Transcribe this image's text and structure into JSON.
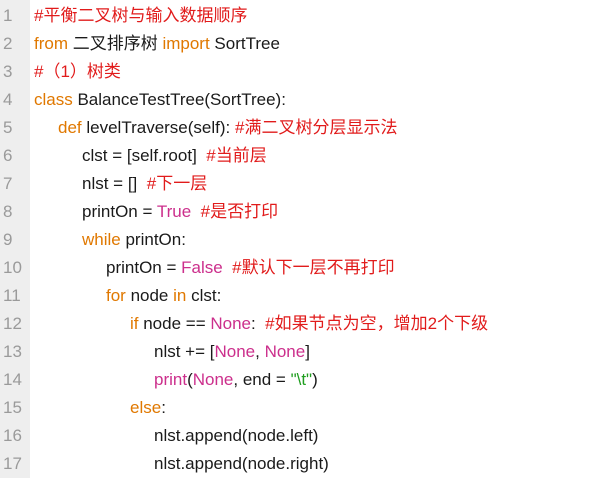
{
  "editor": {
    "background": "#ffffff",
    "gutter_background": "#eeeeee",
    "colors": {
      "comment": "#e11b1b",
      "keyword": "#e07800",
      "name": "#1a1a1a",
      "constant": "#cc2f8c",
      "string": "#1f9e1f",
      "line_number": "#9a9a9a"
    },
    "lines": [
      {
        "num": "1",
        "indent": 0,
        "tokens": [
          {
            "t": "#平衡二叉树与输入数据顺序",
            "c": "cm"
          }
        ]
      },
      {
        "num": "2",
        "indent": 0,
        "tokens": [
          {
            "t": "from",
            "c": "kw"
          },
          {
            "t": " 二叉排序树 ",
            "c": "nm"
          },
          {
            "t": "import",
            "c": "kw"
          },
          {
            "t": " SortTree",
            "c": "nm"
          }
        ]
      },
      {
        "num": "3",
        "indent": 0,
        "tokens": [
          {
            "t": "#（1）树类",
            "c": "cm"
          }
        ]
      },
      {
        "num": "4",
        "indent": 0,
        "tokens": [
          {
            "t": "class",
            "c": "kw"
          },
          {
            "t": " BalanceTestTree(SortTree):",
            "c": "nm"
          }
        ]
      },
      {
        "num": "5",
        "indent": 1,
        "tokens": [
          {
            "t": "def",
            "c": "kw"
          },
          {
            "t": " levelTraverse(self): ",
            "c": "nm"
          },
          {
            "t": "#满二叉树分层显示法",
            "c": "cm"
          }
        ]
      },
      {
        "num": "6",
        "indent": 2,
        "tokens": [
          {
            "t": "clst = [self.root]  ",
            "c": "nm"
          },
          {
            "t": "#当前层",
            "c": "cm"
          }
        ]
      },
      {
        "num": "7",
        "indent": 2,
        "tokens": [
          {
            "t": "nlst = []  ",
            "c": "nm"
          },
          {
            "t": "#下一层",
            "c": "cm"
          }
        ]
      },
      {
        "num": "8",
        "indent": 2,
        "tokens": [
          {
            "t": "printOn = ",
            "c": "nm"
          },
          {
            "t": "True",
            "c": "cn"
          },
          {
            "t": "  ",
            "c": "nm"
          },
          {
            "t": "#是否打印",
            "c": "cm"
          }
        ]
      },
      {
        "num": "9",
        "indent": 2,
        "tokens": [
          {
            "t": "while",
            "c": "kw"
          },
          {
            "t": " printOn:",
            "c": "nm"
          }
        ]
      },
      {
        "num": "10",
        "indent": 3,
        "tokens": [
          {
            "t": "printOn = ",
            "c": "nm"
          },
          {
            "t": "False",
            "c": "cn"
          },
          {
            "t": "  ",
            "c": "nm"
          },
          {
            "t": "#默认下一层不再打印",
            "c": "cm"
          }
        ]
      },
      {
        "num": "11",
        "indent": 3,
        "tokens": [
          {
            "t": "for",
            "c": "kw"
          },
          {
            "t": " node ",
            "c": "nm"
          },
          {
            "t": "in",
            "c": "kw"
          },
          {
            "t": " clst:",
            "c": "nm"
          }
        ]
      },
      {
        "num": "12",
        "indent": 4,
        "tokens": [
          {
            "t": "if",
            "c": "kw"
          },
          {
            "t": " node == ",
            "c": "nm"
          },
          {
            "t": "None",
            "c": "cn"
          },
          {
            "t": ":  ",
            "c": "nm"
          },
          {
            "t": "#如果节点为空，增加2个下级",
            "c": "cm"
          }
        ]
      },
      {
        "num": "13",
        "indent": 5,
        "tokens": [
          {
            "t": "nlst += [",
            "c": "nm"
          },
          {
            "t": "None",
            "c": "cn"
          },
          {
            "t": ", ",
            "c": "nm"
          },
          {
            "t": "None",
            "c": "cn"
          },
          {
            "t": "]",
            "c": "nm"
          }
        ]
      },
      {
        "num": "14",
        "indent": 5,
        "tokens": [
          {
            "t": "print",
            "c": "cn"
          },
          {
            "t": "(",
            "c": "nm"
          },
          {
            "t": "None",
            "c": "cn"
          },
          {
            "t": ", end = ",
            "c": "nm"
          },
          {
            "t": "\"\\t\"",
            "c": "st"
          },
          {
            "t": ")",
            "c": "nm"
          }
        ]
      },
      {
        "num": "15",
        "indent": 4,
        "tokens": [
          {
            "t": "else",
            "c": "kw"
          },
          {
            "t": ":",
            "c": "nm"
          }
        ]
      },
      {
        "num": "16",
        "indent": 5,
        "tokens": [
          {
            "t": "nlst.append(node.left)",
            "c": "nm"
          }
        ]
      },
      {
        "num": "17",
        "indent": 5,
        "tokens": [
          {
            "t": "nlst.append(node.right)",
            "c": "nm"
          }
        ]
      }
    ]
  }
}
